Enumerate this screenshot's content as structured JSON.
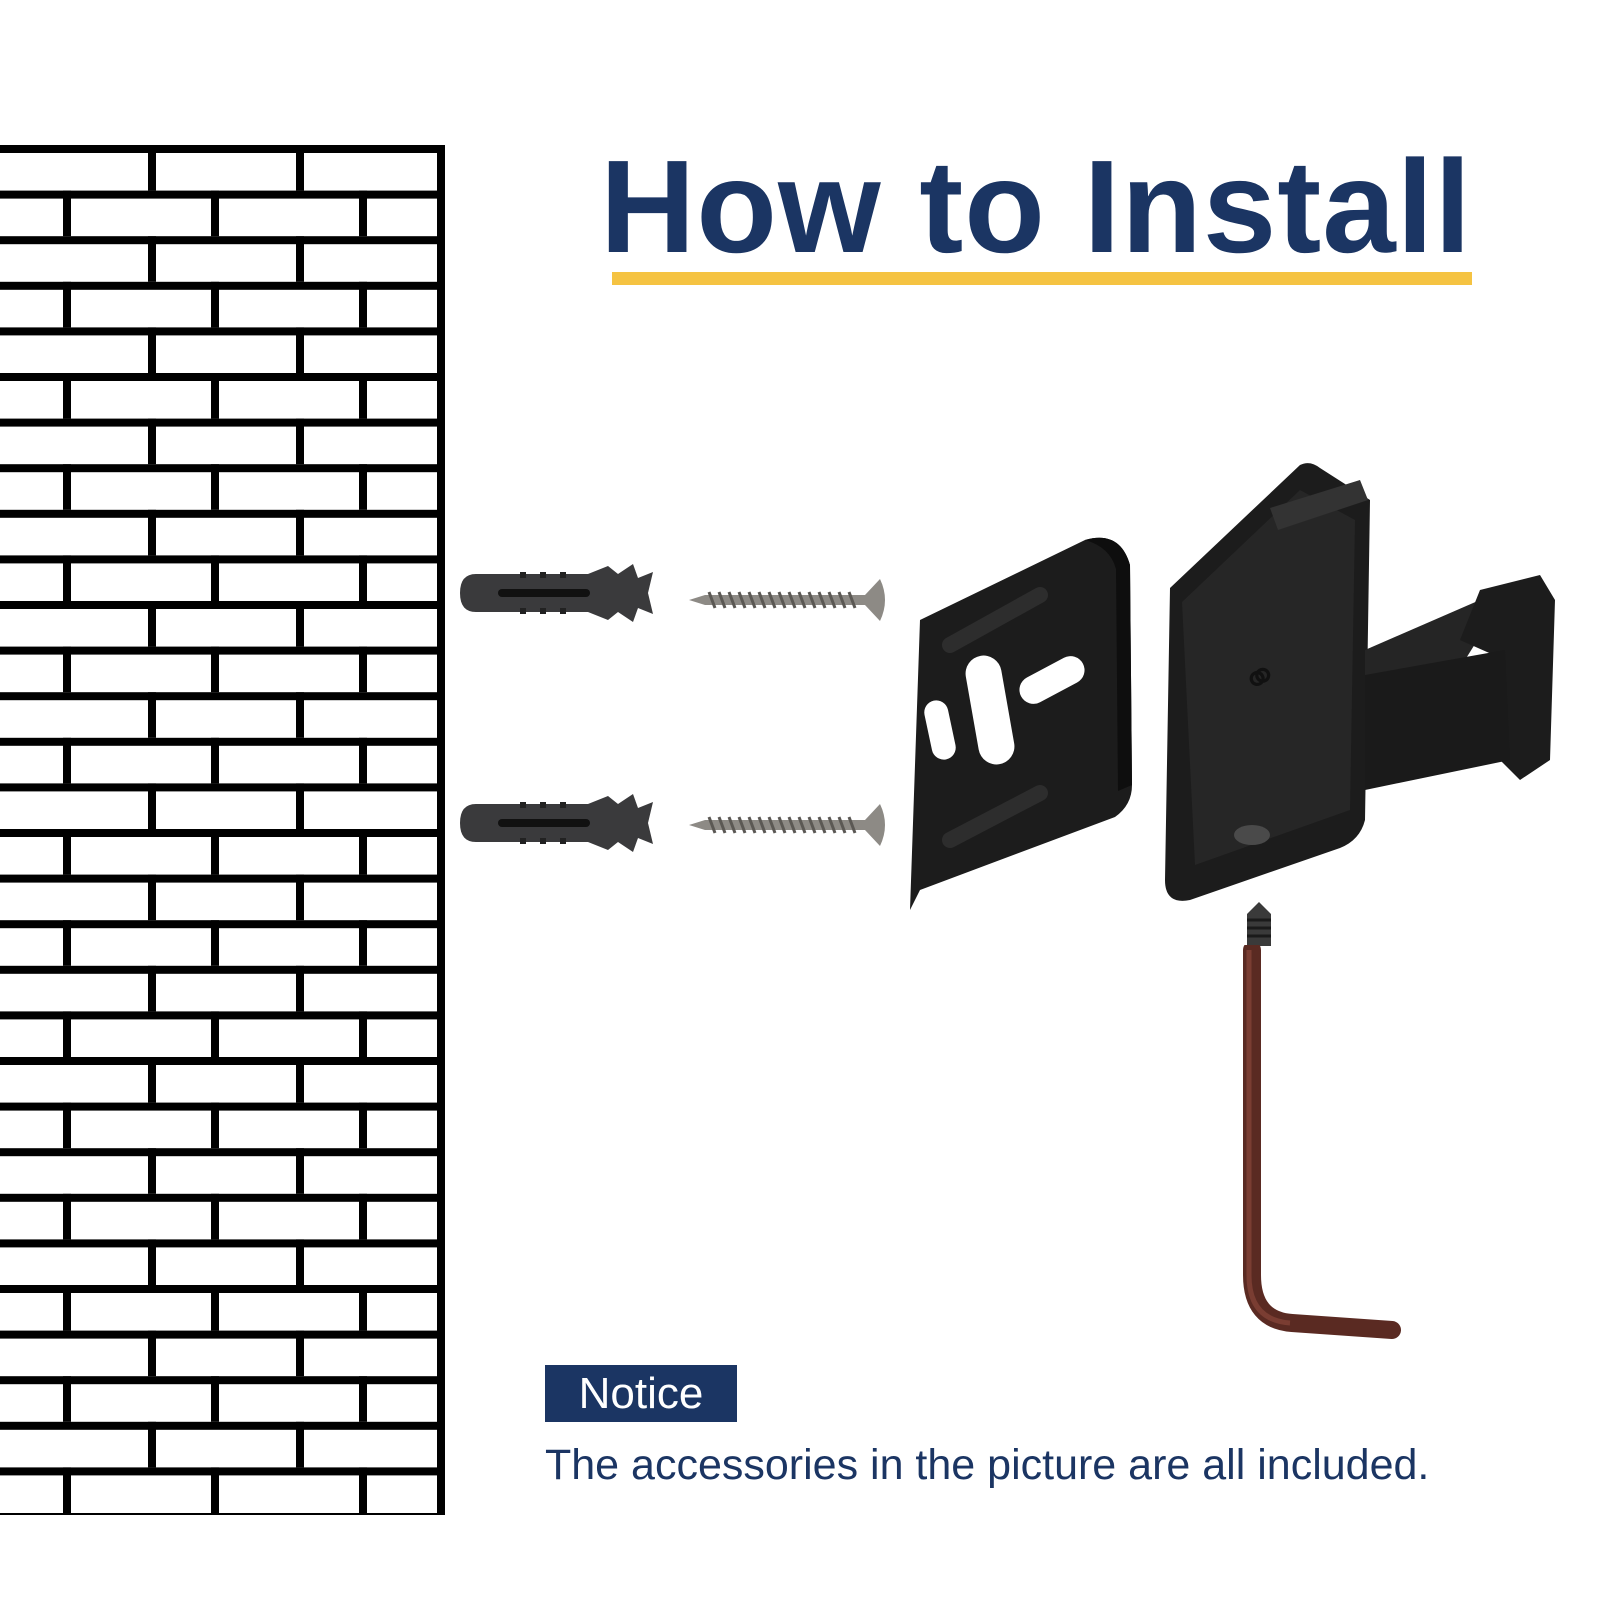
{
  "title": "How to Install",
  "colors": {
    "title": "#1b3563",
    "underline": "#f5c342",
    "badge": "#1b3563",
    "hardware": "#1c1c1c",
    "wrench": "#5a2a22"
  },
  "parts": [
    {
      "name": "wall-anchor",
      "count": 2
    },
    {
      "name": "screw",
      "count": 2
    },
    {
      "name": "mounting-plate",
      "count": 1
    },
    {
      "name": "hook-bracket",
      "count": 1
    },
    {
      "name": "set-screw",
      "count": 1
    },
    {
      "name": "allen-key",
      "count": 1
    }
  ],
  "notice": {
    "label": "Notice",
    "text": "The accessories in the picture are all included."
  }
}
